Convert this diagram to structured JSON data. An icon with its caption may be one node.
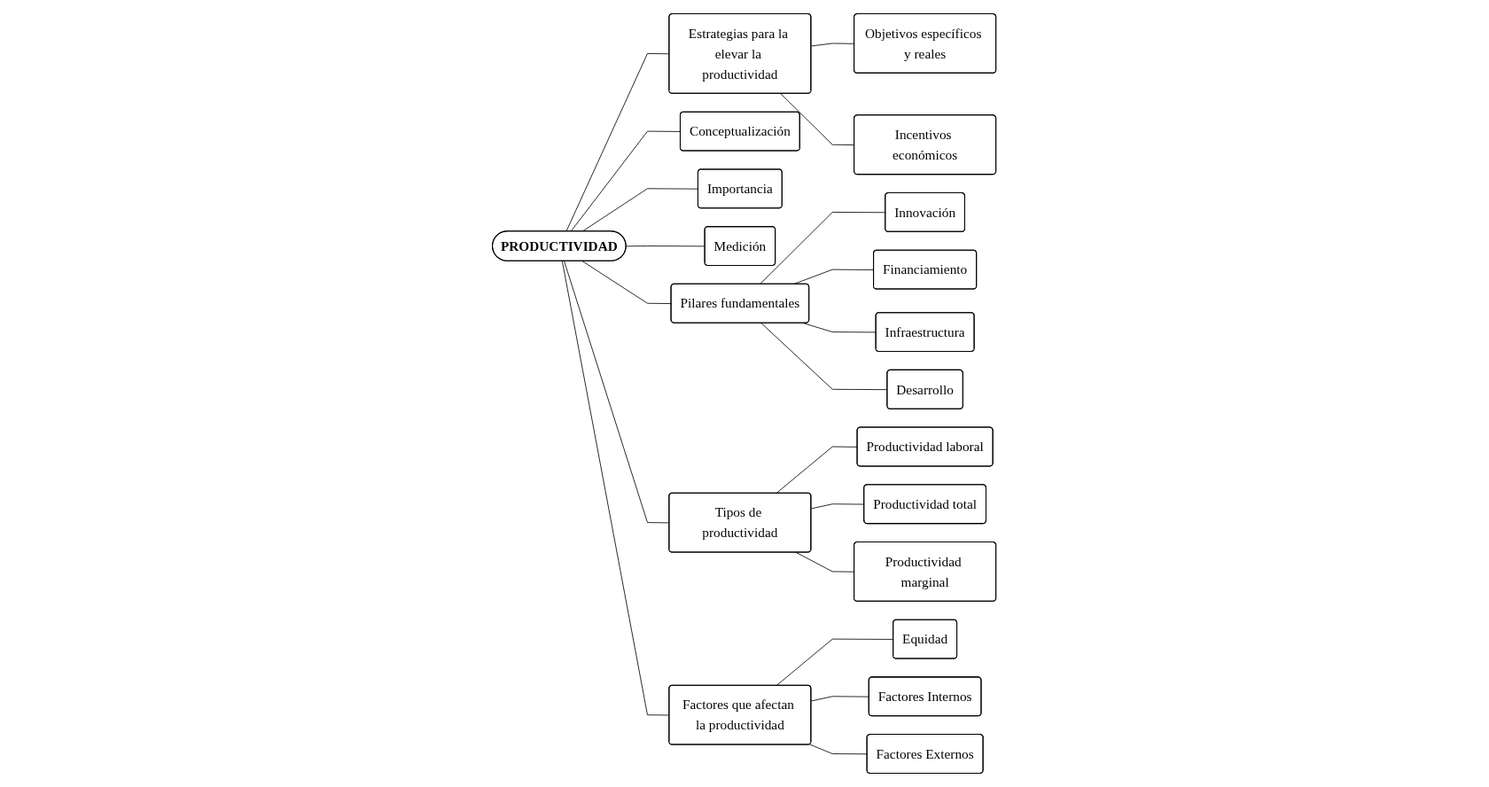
{
  "diagram": {
    "nodes": [
      {
        "text": [
          "Objetivos específicos y reales"
        ]
      },
      {
        "text": [
          "Estrategias para la elevar la productividad"
        ]
      },
      {
        "text": [
          "Conceptualización"
        ]
      },
      {
        "text": [
          "Incentivos económicos"
        ]
      },
      {
        "text": [
          "Importancia"
        ]
      },
      {
        "text": [
          "Equidad"
        ]
      },
      {
        "text": [
          "PRODUCTIVIDAD"
        ]
      },
      {
        "text": [
          "Medición"
        ]
      },
      {
        "text": [
          "Factores que afectan la productividad"
        ]
      },
      {
        "text": [
          "Factores Internos"
        ]
      },
      {
        "text": [
          "Innovación"
        ]
      },
      {
        "text": [
          "Factores Externos"
        ]
      },
      {
        "text": [
          "Pilares fundamentales"
        ]
      },
      {
        "text": [
          "Financiamiento"
        ]
      },
      {
        "text": [
          "Tipos de productividad"
        ]
      },
      {
        "text": [
          "Productividad laboral"
        ]
      },
      {
        "text": [
          "Infraestructura"
        ]
      },
      {
        "text": [
          "Productividad total"
        ]
      },
      {
        "text": [
          "Desarrollo"
        ]
      },
      {
        "text": [
          "Productividad marginal"
        ]
      }
    ],
    "edges": [
      {
        "from": 6,
        "to": 1,
        "arrow": "none"
      },
      {
        "from": 6,
        "to": 2,
        "arrow": "none"
      },
      {
        "from": 6,
        "to": 4,
        "arrow": "none"
      },
      {
        "from": 6,
        "to": 7,
        "arrow": "none"
      },
      {
        "from": 6,
        "to": 12,
        "arrow": "none"
      },
      {
        "from": 6,
        "to": 14,
        "arrow": "none"
      },
      {
        "from": 6,
        "to": 8,
        "arrow": "none"
      },
      {
        "from": 1,
        "to": 0,
        "arrow": "none"
      },
      {
        "from": 1,
        "to": 3,
        "arrow": "none"
      },
      {
        "from": 8,
        "to": 5,
        "arrow": "none"
      },
      {
        "from": 8,
        "to": 9,
        "arrow": "none"
      },
      {
        "from": 8,
        "to": 11,
        "arrow": "none"
      },
      {
        "from": 12,
        "to": 10,
        "arrow": "none"
      },
      {
        "from": 12,
        "to": 13,
        "arrow": "none"
      },
      {
        "from": 12,
        "to": 16,
        "arrow": "none"
      },
      {
        "from": 12,
        "to": 18,
        "arrow": "none"
      },
      {
        "from": 14,
        "to": 15,
        "arrow": "none"
      },
      {
        "from": 14,
        "to": 17,
        "arrow": "none"
      },
      {
        "from": 14,
        "to": 19,
        "arrow": "none"
      }
    ]
  }
}
